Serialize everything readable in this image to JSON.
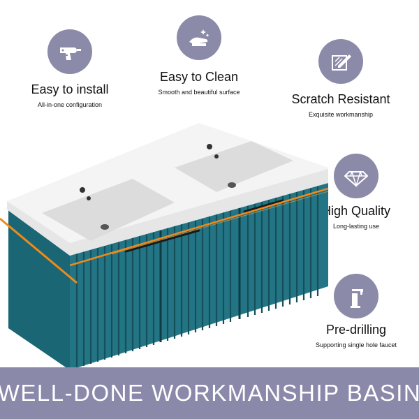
{
  "features": {
    "install": {
      "title": "Easy to install",
      "subtitle": "All-in-one configuration",
      "icon": "drill-icon"
    },
    "clean": {
      "title": "Easy to Clean",
      "subtitle": "Smooth and beautiful surface",
      "icon": "cleaning-hand-icon"
    },
    "scratch": {
      "title": "Scratch Resistant",
      "subtitle": "Exquisite workmanship",
      "icon": "scratch-pen-icon"
    },
    "quality": {
      "title": "High Quality",
      "subtitle": "Long-lasting use",
      "icon": "diamond-icon"
    },
    "predrill": {
      "title": "Pre-drilling",
      "subtitle": "Supporting single hole faucet",
      "icon": "faucet-icon"
    }
  },
  "banner": {
    "text": "WELL-DONE WORKMANSHIP BASIN"
  },
  "colors": {
    "icon_circle": "#8b8aa9",
    "banner": "#8a89aa",
    "cabinet": "#1f6f7c",
    "basin_top": "#f3f3f3",
    "highlight_line": "#f08a1a"
  }
}
